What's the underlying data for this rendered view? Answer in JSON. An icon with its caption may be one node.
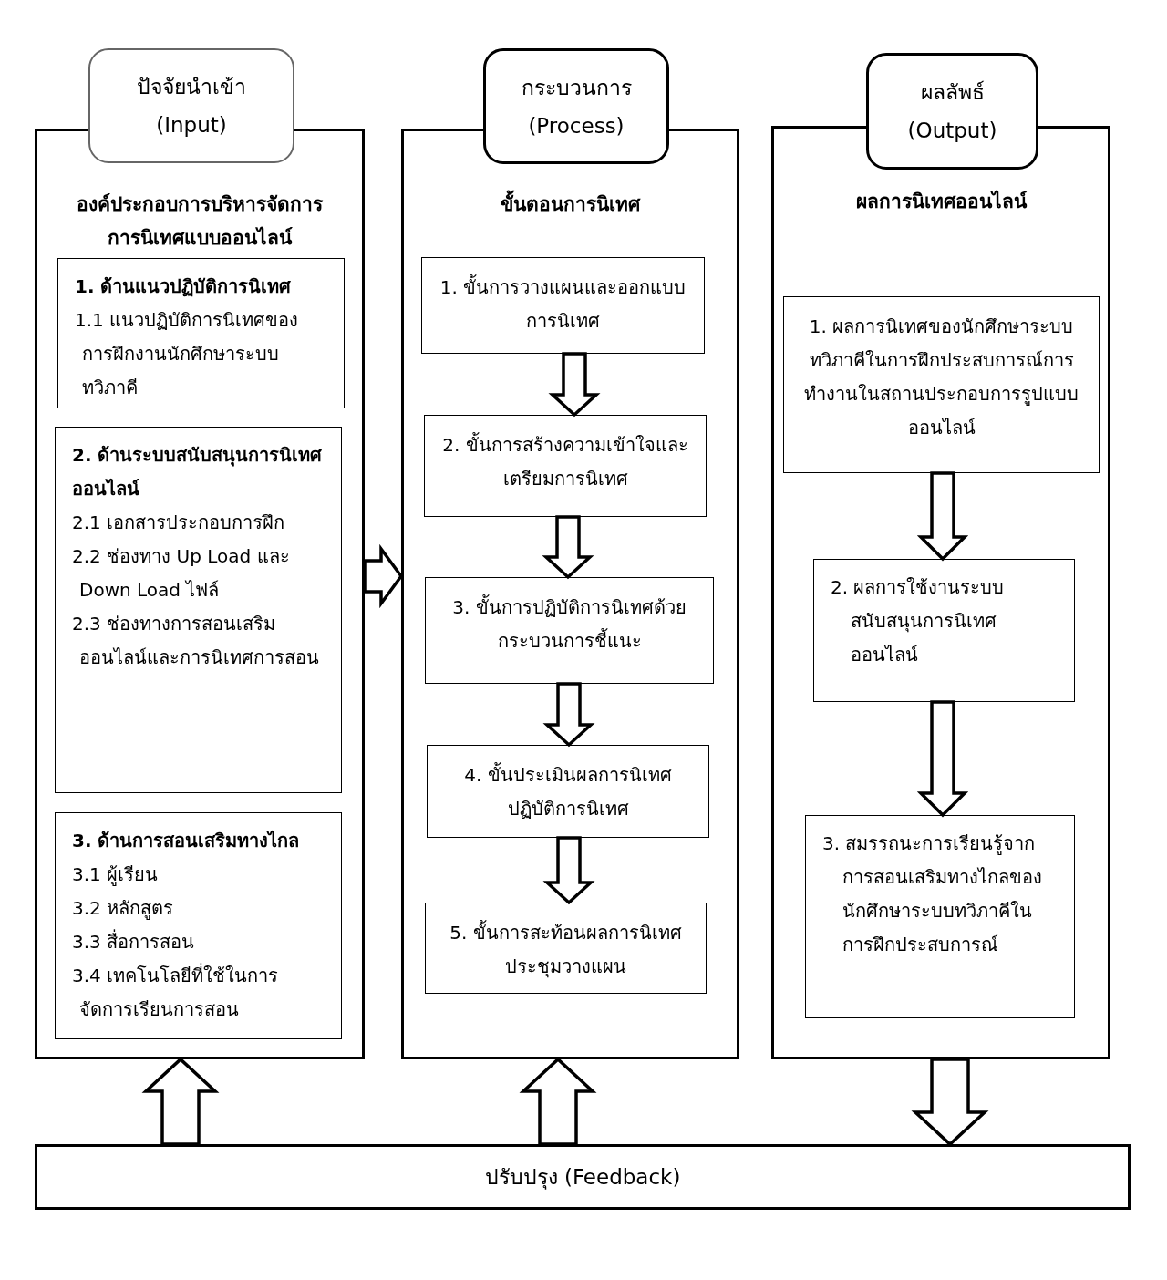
{
  "diagram": {
    "nodes": [
      {
        "text": [
          "ปัจจัยนำเข้า (Input)"
        ]
      },
      {
        "text": [
          "องค์ประกอบการบริหารจัดการการนิเทศแบบออนไลน์"
        ]
      },
      {
        "text": [
          "1. ด้านแนวปฏิบัติการนิเทศ",
          "1.1 แนวปฏิบัติการนิเทศของการฝึกงานนักศึกษาระบบทวิภาคี"
        ],
        "in": 1
      },
      {
        "text": [
          "2. ด้านระบบสนับสนุนการนิเทศออนไลน์",
          "2.1 เอกสารประกอบการฝึก",
          "2.2 ช่องทาง Up Load และ Down Load ไฟล์",
          "2.3 ช่องทางการสอนเสริมออนไลน์และการนิเทศการสอน"
        ],
        "in": 1
      },
      {
        "text": [
          "3. ด้านการสอนเสริมทางไกล",
          "3.1 ผู้เรียน",
          "3.2 หลักสูตร",
          "3.3 สื่อการสอน",
          "3.4 เทคโนโลยีที่ใช้ในการจัดการเรียนการสอน"
        ],
        "in": 1
      },
      {
        "text": [
          "กระบวนการ (Process)"
        ]
      },
      {
        "text": [
          "ขั้นตอนการนิเทศ"
        ]
      },
      {
        "text": [
          "1. ขั้นการวางแผนและออกแบบการนิเทศ"
        ],
        "in": 6
      },
      {
        "text": [
          "2. ขั้นการสร้างความเข้าใจและเตรียมการนิเทศ"
        ],
        "in": 6
      },
      {
        "text": [
          "3. ขั้นการปฏิบัติการนิเทศด้วยกระบวนการชี้แนะ"
        ],
        "in": 6
      },
      {
        "text": [
          "4. ขั้นประเมินผลการนิเทศปฏิบัติการนิเทศ"
        ],
        "in": 6
      },
      {
        "text": [
          "5. ขั้นการสะท้อนผลการนิเทศประชุมวางแผน"
        ],
        "in": 6
      },
      {
        "text": [
          "ผลลัพธ์ (Output)"
        ]
      },
      {
        "text": [
          "ผลการนิเทศออนไลน์"
        ]
      },
      {
        "text": [
          "1. ผลการนิเทศของนักศึกษาระบบทวิภาคีในการฝึกประสบการณ์การทำงานในสถานประกอบการรูปแบบออนไลน์"
        ],
        "in": 13
      },
      {
        "text": [
          "2. ผลการใช้งานระบบสนับสนุนการนิเทศออนไลน์"
        ],
        "in": 13
      },
      {
        "text": [
          "3. สมรรถนะการเรียนรู้จากการสอนเสริมทางไกลของนักศึกษาระบบทวิภาคีในการฝึกประสบการณ์"
        ],
        "in": 13
      },
      {
        "text": [
          "ปรับปรุง (Feedback)"
        ]
      }
    ],
    "edges": [
      {
        "from": 1,
        "to": 6,
        "arrow": "to"
      },
      {
        "from": 7,
        "to": 8,
        "arrow": "to"
      },
      {
        "from": 8,
        "to": 9,
        "arrow": "to"
      },
      {
        "from": 9,
        "to": 10,
        "arrow": "to"
      },
      {
        "from": 10,
        "to": 11,
        "arrow": "to"
      },
      {
        "from": 14,
        "to": 15,
        "arrow": "to"
      },
      {
        "from": 15,
        "to": 16,
        "arrow": "to"
      },
      {
        "from": 17,
        "to": 1,
        "arrow": "to"
      },
      {
        "from": 17,
        "to": 6,
        "arrow": "to"
      },
      {
        "from": 13,
        "to": 17,
        "arrow": "to"
      }
    ]
  }
}
